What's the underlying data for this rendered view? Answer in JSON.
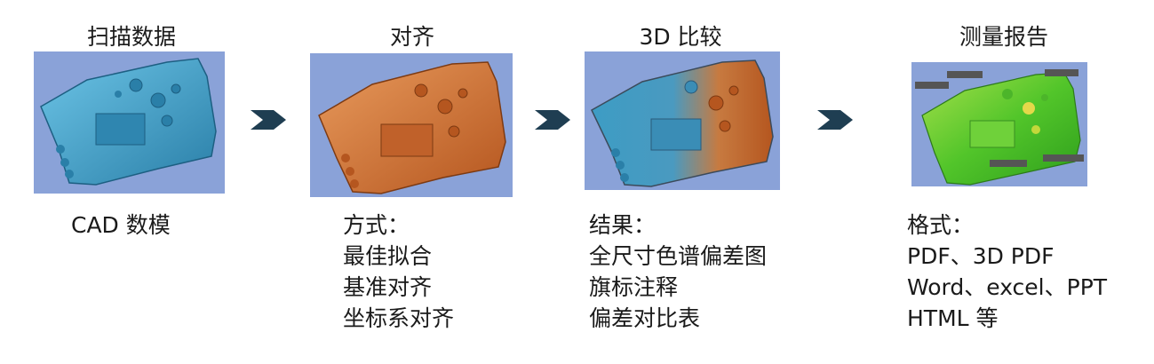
{
  "steps": [
    {
      "title": "扫描数据",
      "lines": [
        "CAD 数模"
      ]
    },
    {
      "title": "对齐",
      "lines": [
        "方式：",
        "最佳拟合",
        "基准对齐",
        "坐标系对齐"
      ]
    },
    {
      "title": "3D 比较",
      "lines": [
        "结果：",
        "全尺寸色谱偏差图",
        "旗标注释",
        "偏差对比表"
      ]
    },
    {
      "title": "测量报告",
      "lines": [
        "格式：",
        "PDF、3D PDF",
        "Word、excel、PPT",
        "HTML 等"
      ]
    }
  ],
  "colors": {
    "panel_bg": "#8aa2d8",
    "scan_part": "#3d9cc4",
    "align_part": "#cc6e2e",
    "report_part": "#52c52a",
    "arrow": "#1f3e52"
  }
}
